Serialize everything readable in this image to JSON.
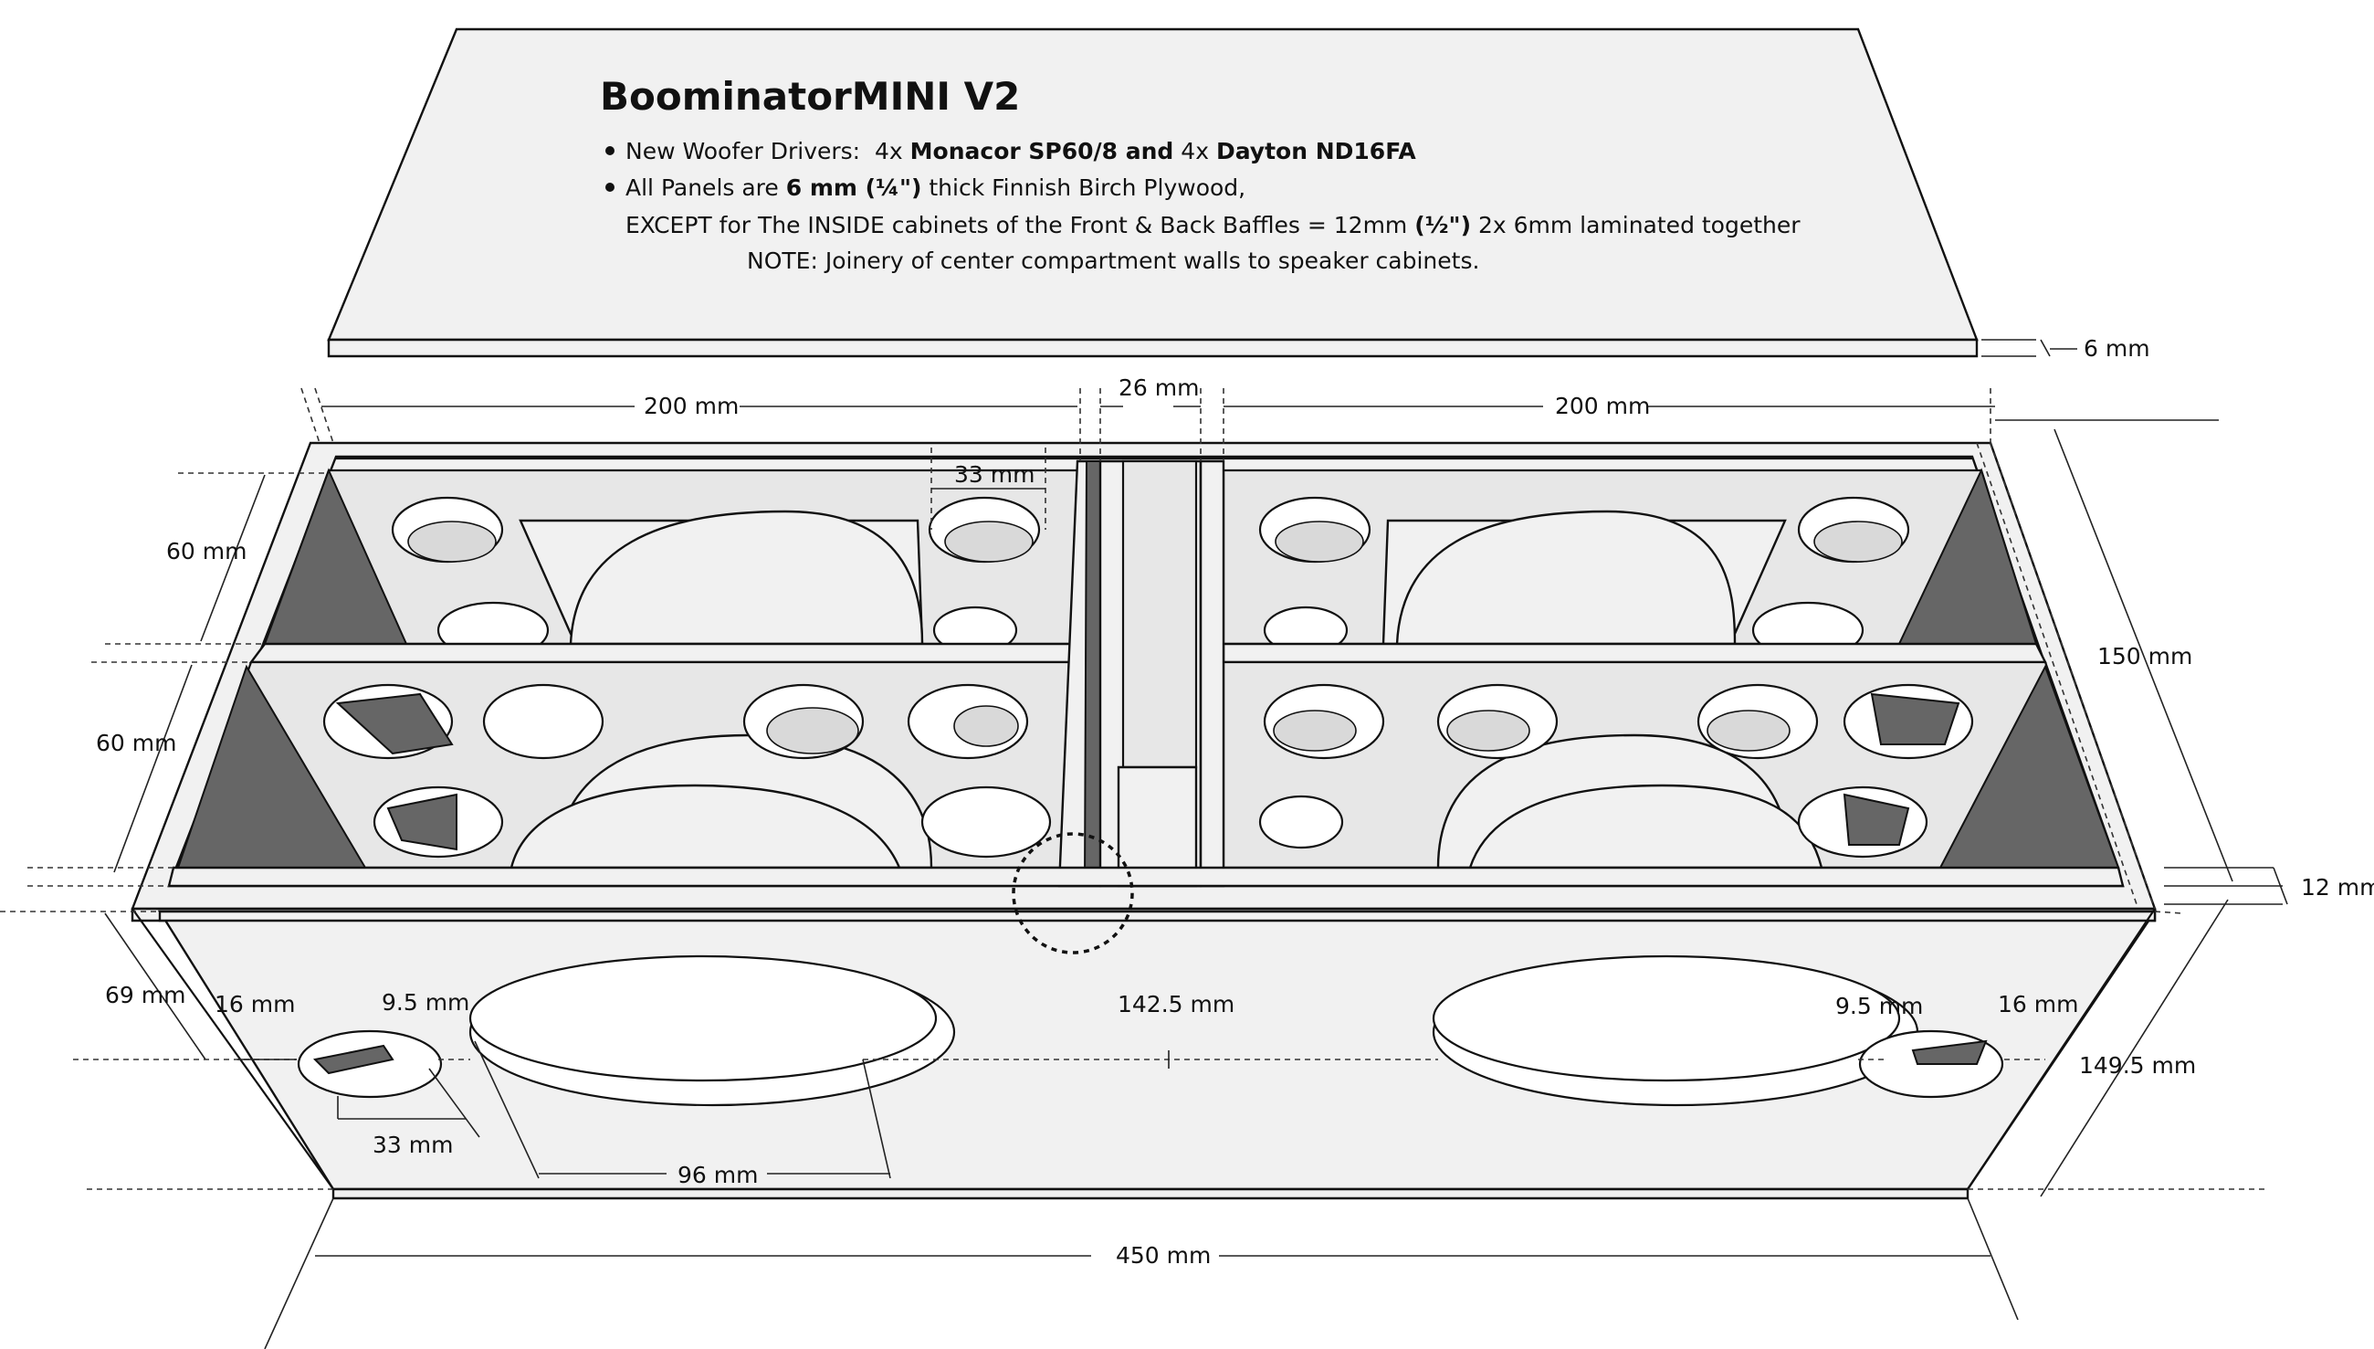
{
  "title": "BoominatorMINI V2",
  "notes": {
    "bullet1": {
      "prefix": "New Woofer Drivers:  4x ",
      "driver1": "Monacor SP60/8",
      "joiner": " and",
      "mid": " 4x ",
      "driver2": "Dayton ND16FA"
    },
    "bullet2": {
      "prefix": "All Panels are ",
      "thickness": "6 mm (¼\")",
      "suffix": " thick Finnish Birch Plywood,"
    },
    "line3": {
      "prefix": "EXCEPT for The INSIDE cabinets of the Front & Back Baffles = 12mm ",
      "thickness": "(½\")",
      "suffix": " 2x 6mm laminated together"
    },
    "line4": "NOTE: Joinery of center compartment walls to speaker cabinets."
  },
  "dimensions": {
    "lid_thickness": "6 mm",
    "left_cabinet_width": "200 mm",
    "center_width": "26 mm",
    "right_cabinet_width": "200 mm",
    "port_spacing_top": "33 mm",
    "upper_height": "60 mm",
    "lower_height": "60 mm",
    "box_height": "150 mm",
    "baffle_thickness": "12 mm",
    "front_depth": "69 mm",
    "port_offset_left": "16 mm",
    "port_gap_left": "9.5 mm",
    "driver_spacing": "142.5 mm",
    "port_gap_right": "9.5 mm",
    "port_offset_right": "16 mm",
    "side_depth": "149.5 mm",
    "port_diameter": "33 mm",
    "driver_diameter": "96 mm",
    "total_width": "450 mm"
  }
}
